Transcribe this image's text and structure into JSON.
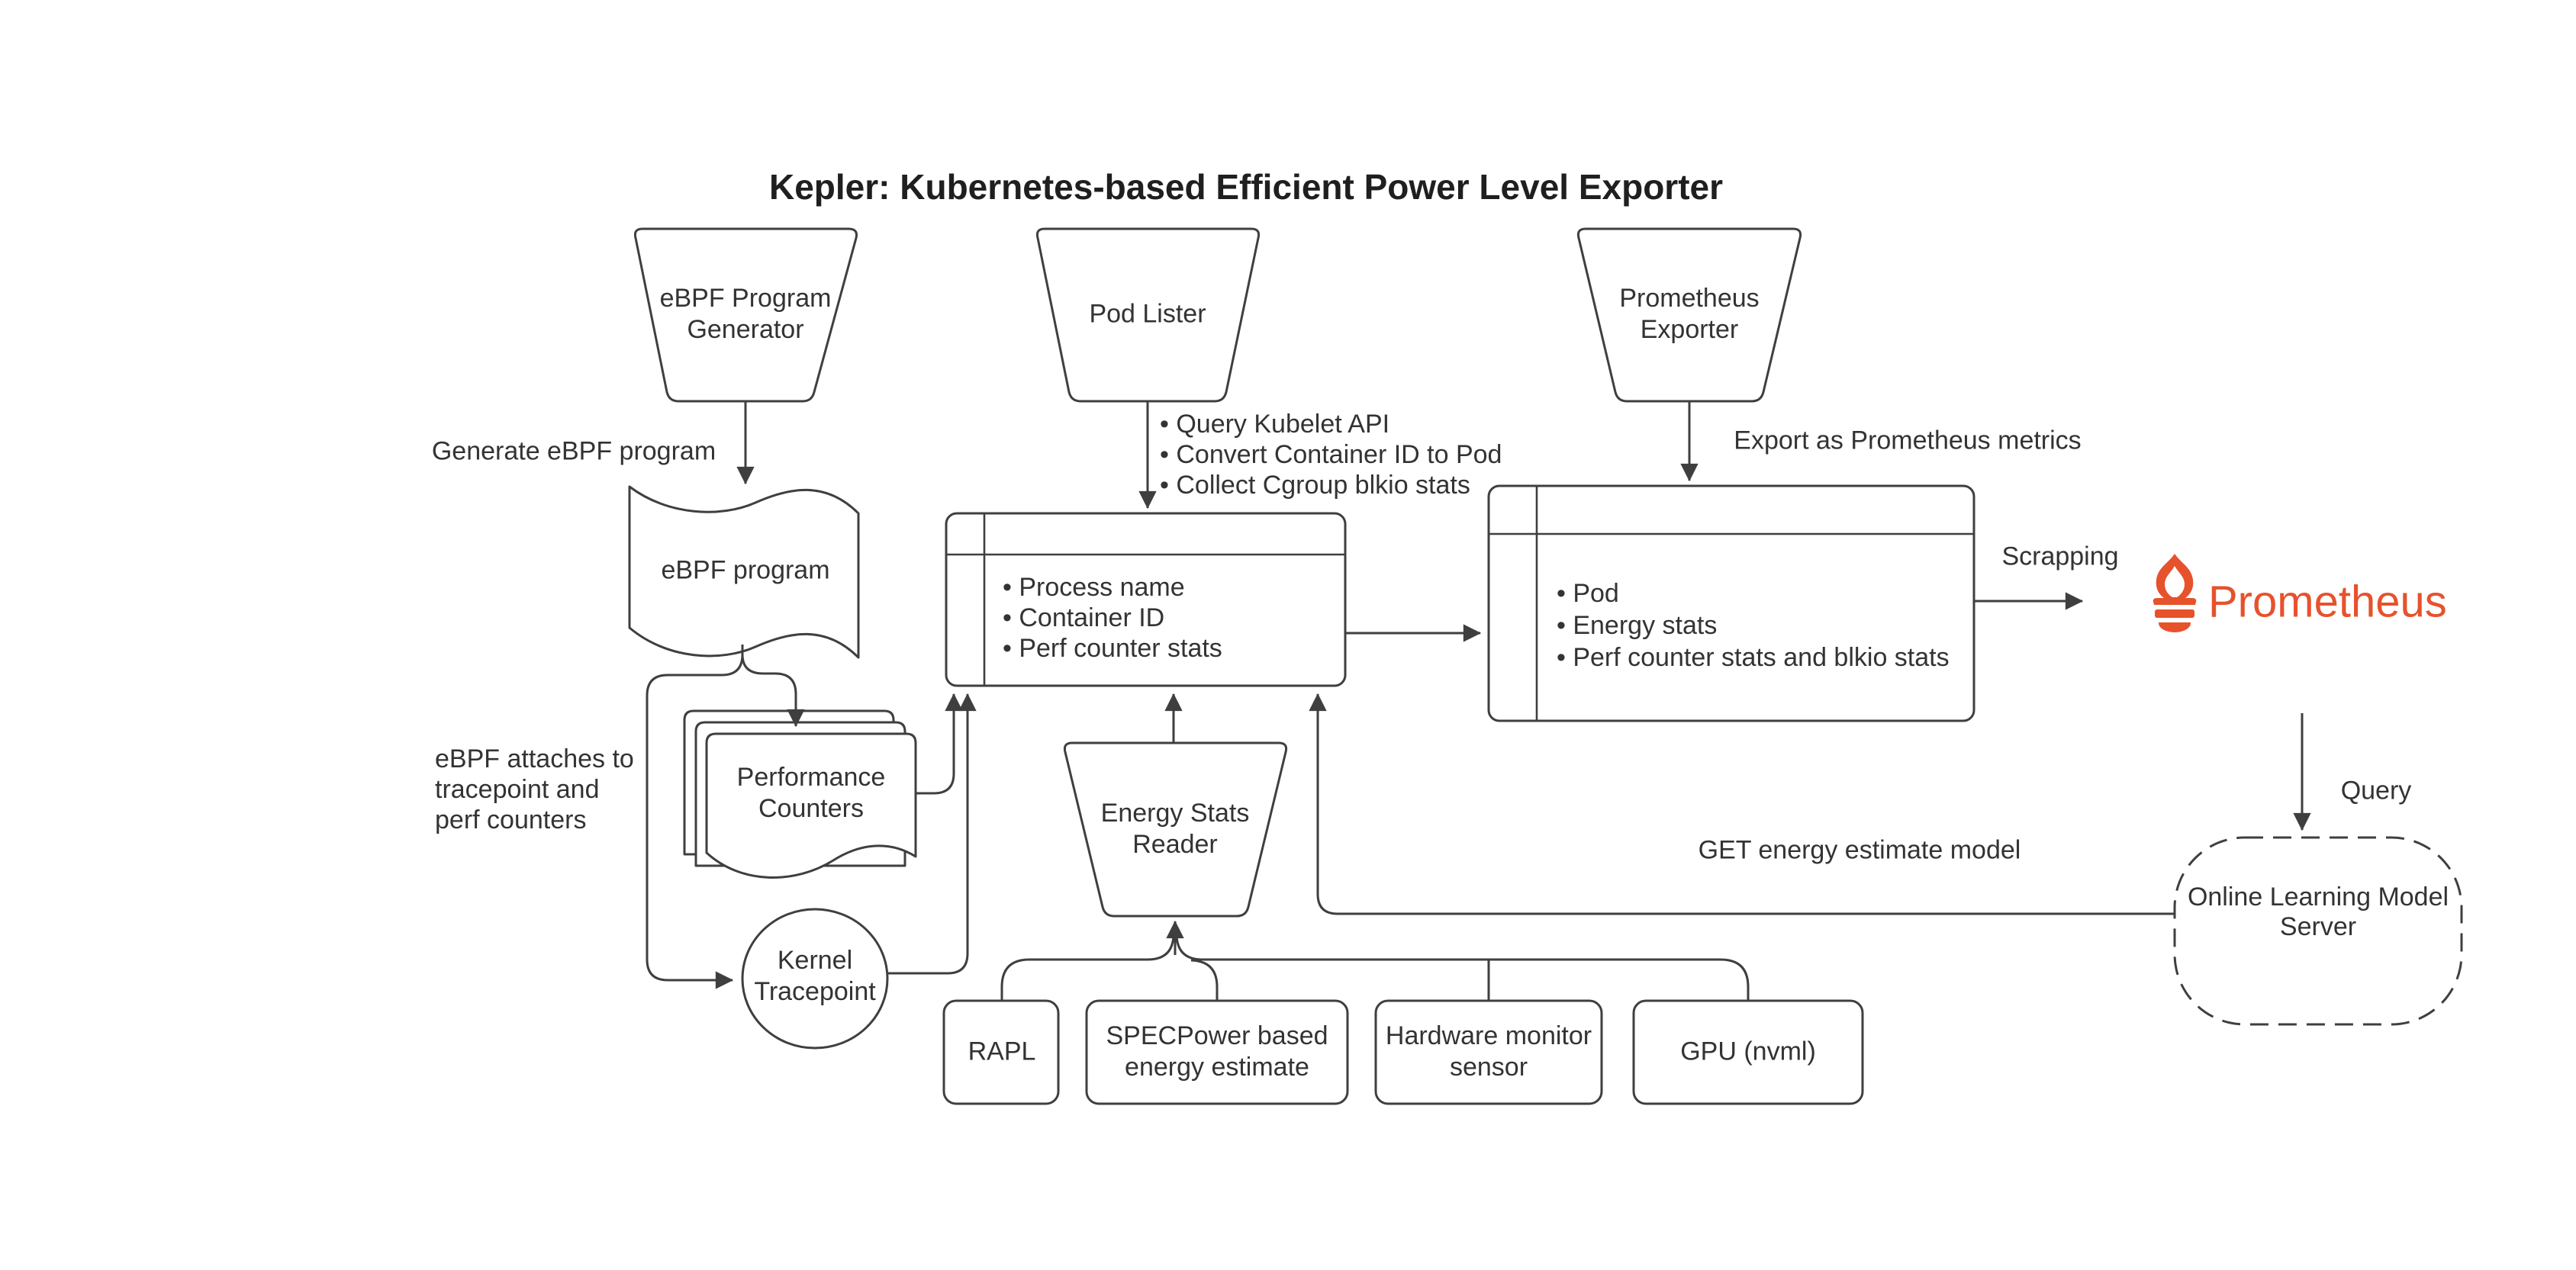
{
  "title": "Kepler: Kubernetes-based Efficient Power Level Exporter",
  "nodes": {
    "ebpf_generator": {
      "line1": "eBPF Program",
      "line2": "Generator"
    },
    "pod_lister": {
      "label": "Pod Lister"
    },
    "prometheus_exporter": {
      "line1": "Prometheus",
      "line2": "Exporter"
    },
    "ebpf_program": {
      "label": "eBPF program"
    },
    "process_store": {
      "items": [
        "• Process name",
        "• Container ID",
        "• Perf counter stats"
      ]
    },
    "pod_store": {
      "items": [
        "• Pod",
        "• Energy stats",
        "• Perf counter stats and blkio stats"
      ]
    },
    "performance_counters": {
      "line1": "Performance",
      "line2": "Counters"
    },
    "kernel_tracepoint": {
      "line1": "Kernel",
      "line2": "Tracepoint"
    },
    "energy_stats_reader": {
      "line1": "Energy Stats",
      "line2": "Reader"
    },
    "online_model_server": {
      "line1": "Online Learning Model",
      "line2": "Server",
      "fill": "#e3f7e1"
    },
    "rapl": {
      "label": "RAPL"
    },
    "specpower": {
      "line1": "SPECPower based",
      "line2": "energy estimate"
    },
    "hw_monitor": {
      "line1": "Hardware monitor",
      "line2": "sensor"
    },
    "gpu": {
      "label": "GPU (nvml)"
    }
  },
  "edge_labels": {
    "generate_ebpf": "Generate eBPF program",
    "pod_lister_notes": [
      "• Query Kubelet API",
      "• Convert Container ID to Pod",
      "• Collect Cgroup blkio stats"
    ],
    "export_metrics": "Export as Prometheus metrics",
    "ebpf_attaches": [
      "eBPF attaches to",
      "tracepoint and",
      "perf counters"
    ],
    "scrapping": "Scrapping",
    "query": "Query",
    "get_model": "GET energy estimate model"
  },
  "prometheus": {
    "wordmark": "Prometheus"
  },
  "colors": {
    "stroke": "#3f3f3f",
    "label_text": "#333333",
    "prometheus_orange": "#e6522c",
    "model_server_fill": "#e3f7e1",
    "background": "#ffffff"
  }
}
